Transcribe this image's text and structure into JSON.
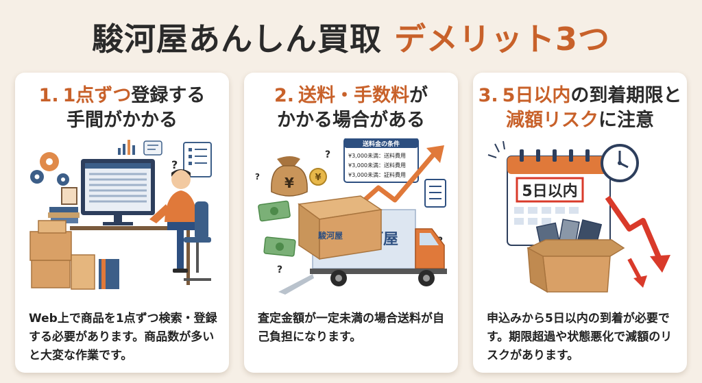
{
  "header": {
    "title_main": "駿河屋あんしん買取",
    "title_accent": "デメリット3つ"
  },
  "cards": [
    {
      "number": "1.",
      "title_highlight": "1点ずつ",
      "title_rest1": "登録する",
      "title_line2": "手間がかかる",
      "description": "Web上で商品を1点ずつ検索・登録する必要があります。商品数が多いと大変な作業です。"
    },
    {
      "number": "2.",
      "title_highlight": "送料・手数料",
      "title_rest1": "が",
      "title_line2": "かかる場合がある",
      "description": "査定金額が一定未満の場合送料が自己負担になります。",
      "sign_title": "送料金の条件",
      "sign_lines": [
        "¥3,000未満：送料費用",
        "¥3,000未満：送料費用",
        "¥3,000未満：証料費用"
      ],
      "box_logo": "駿河屋",
      "truck_logo": "駿河屋"
    },
    {
      "number": "3.",
      "title_highlight": "5日以内",
      "title_rest1": "の到着期限と",
      "title_line2_highlight": "減額リスク",
      "title_line2_rest": "に注意",
      "description": "申込みから5日以内の到着が必要です。期限超過や状態悪化で減額のリスクがあります。",
      "calendar_label": "5日以内"
    }
  ],
  "colors": {
    "accent": "#c8612a",
    "background": "#f6efe6",
    "card": "#ffffff",
    "navy": "#2d4f80",
    "red_arrow": "#d93a2a"
  }
}
